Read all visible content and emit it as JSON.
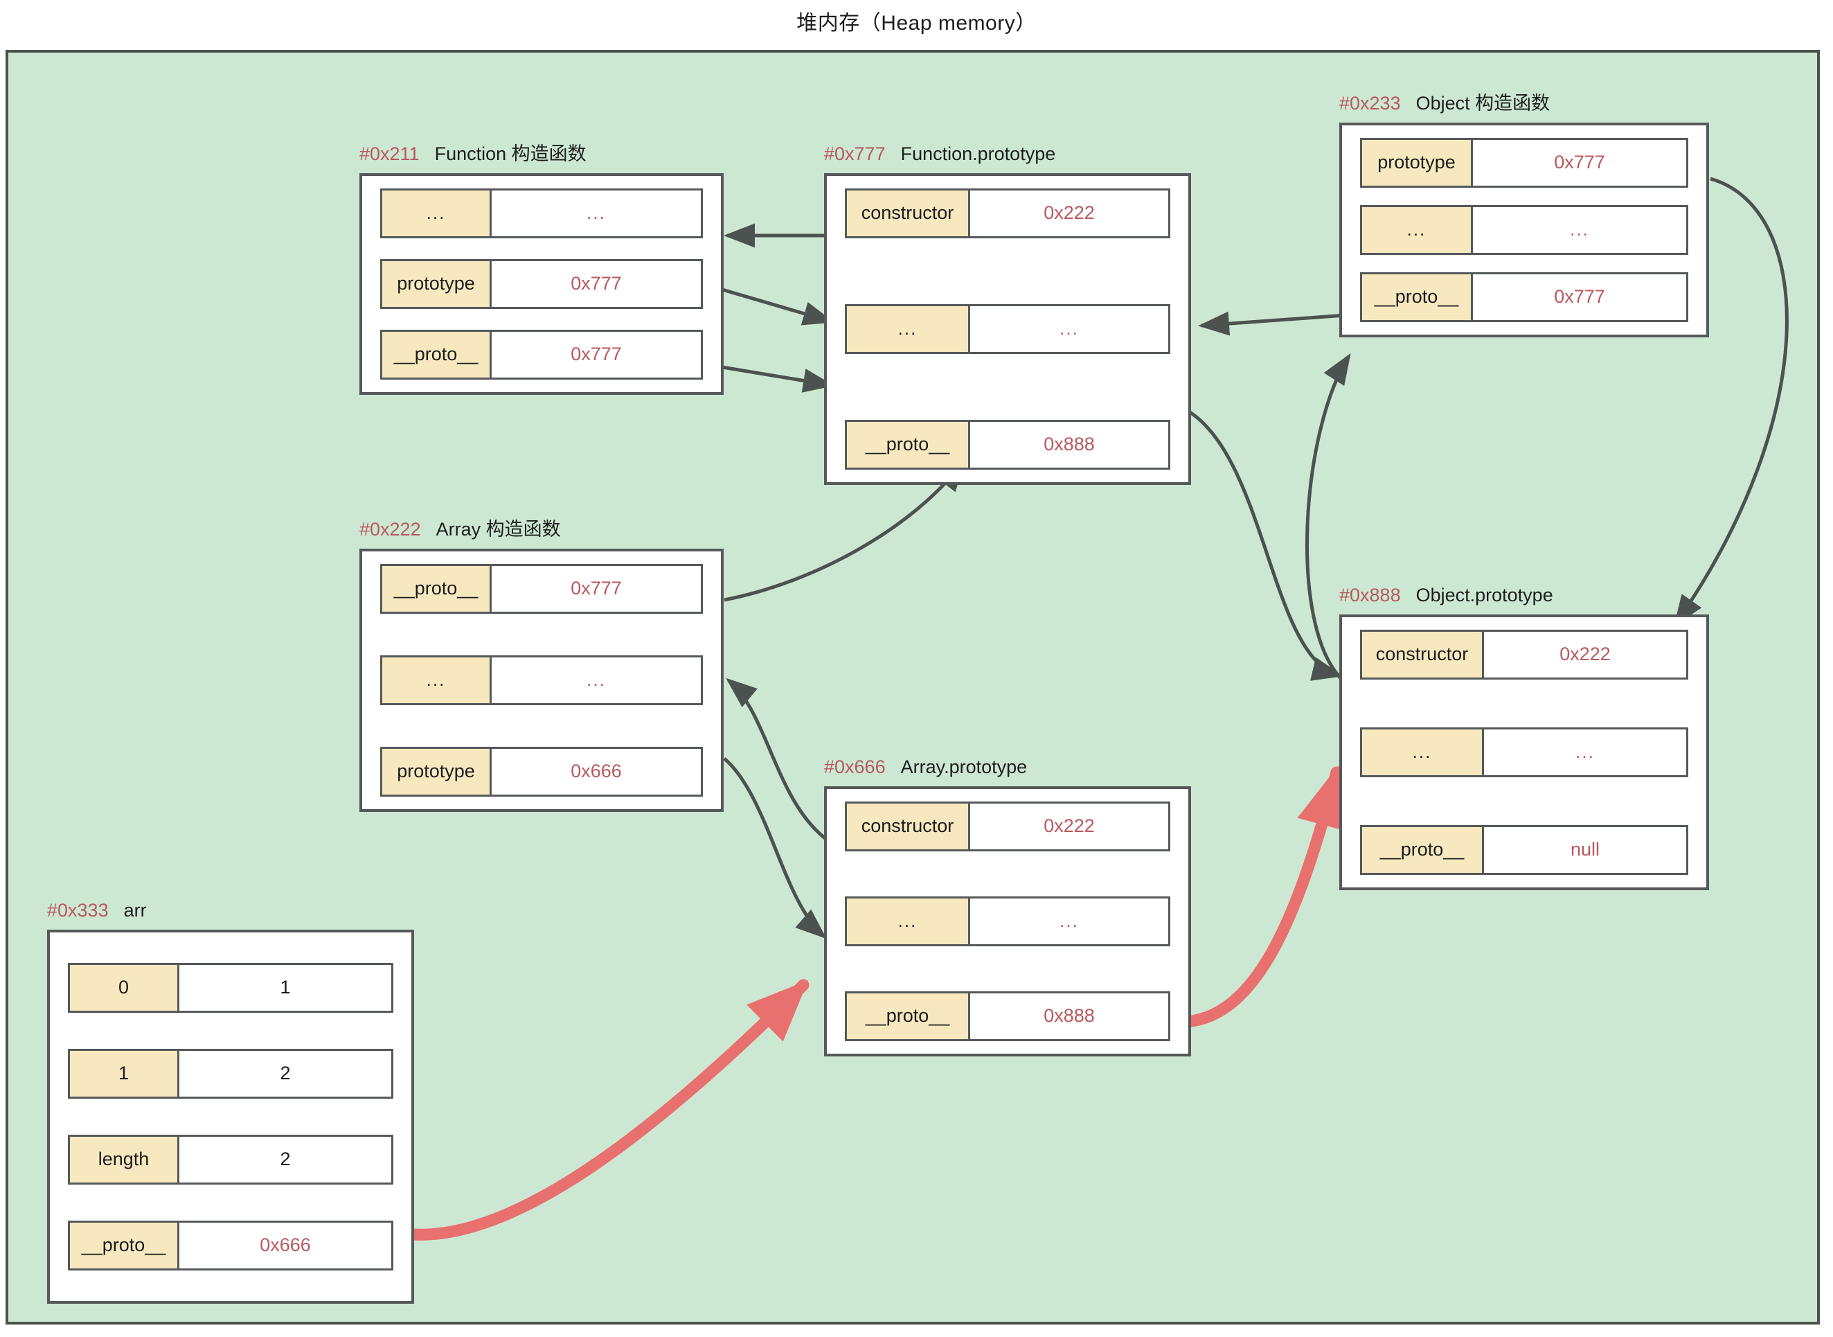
{
  "title": "堆内存（Heap memory）",
  "theme": {
    "heap_background": "#cde8d2",
    "box_border": "#55595a",
    "key_cell_background": "#f7e8c0",
    "address_text": "#b9585e",
    "highlight_arrow": "#e8706f",
    "normal_arrow": "#4b524f"
  },
  "blocks": {
    "function_ctor": {
      "address": "#0x211",
      "name": "Function 构造函数",
      "rows": [
        {
          "key": "...",
          "value": "..."
        },
        {
          "key": "prototype",
          "value": "0x777"
        },
        {
          "key": "__proto__",
          "value": "0x777"
        }
      ]
    },
    "function_proto": {
      "address": "#0x777",
      "name": "Function.prototype",
      "rows": [
        {
          "key": "constructor",
          "value": "0x222"
        },
        {
          "key": "...",
          "value": "..."
        },
        {
          "key": "__proto__",
          "value": "0x888"
        }
      ]
    },
    "object_ctor": {
      "address": "#0x233",
      "name": "Object 构造函数",
      "rows": [
        {
          "key": "prototype",
          "value": "0x777"
        },
        {
          "key": "...",
          "value": "..."
        },
        {
          "key": "__proto__",
          "value": "0x777"
        }
      ]
    },
    "array_ctor": {
      "address": "#0x222",
      "name": "Array 构造函数",
      "rows": [
        {
          "key": "__proto__",
          "value": "0x777"
        },
        {
          "key": "...",
          "value": "..."
        },
        {
          "key": "prototype",
          "value": "0x666"
        }
      ]
    },
    "array_proto": {
      "address": "#0x666",
      "name": "Array.prototype",
      "rows": [
        {
          "key": "constructor",
          "value": "0x222"
        },
        {
          "key": "...",
          "value": "..."
        },
        {
          "key": "__proto__",
          "value": "0x888"
        }
      ]
    },
    "object_proto": {
      "address": "#0x888",
      "name": "Object.prototype",
      "rows": [
        {
          "key": "constructor",
          "value": "0x222"
        },
        {
          "key": "...",
          "value": "..."
        },
        {
          "key": "__proto__",
          "value": "null"
        }
      ]
    },
    "arr": {
      "address": "#0x333",
      "name": "arr",
      "rows": [
        {
          "key": "0",
          "value": "1"
        },
        {
          "key": "1",
          "value": "2"
        },
        {
          "key": "length",
          "value": "2"
        },
        {
          "key": "__proto__",
          "value": "0x666"
        }
      ]
    }
  },
  "arrows": [
    {
      "from": "function_proto.constructor",
      "to": "function_ctor.dots",
      "style": "normal"
    },
    {
      "from": "function_ctor.prototype",
      "to": "function_proto.dots",
      "style": "normal"
    },
    {
      "from": "function_ctor.__proto__",
      "to": "function_proto.__proto__",
      "style": "normal"
    },
    {
      "from": "object_ctor.__proto__",
      "to": "function_proto.dots",
      "style": "normal"
    },
    {
      "from": "object_ctor.prototype",
      "to": "object_proto.top",
      "style": "normal"
    },
    {
      "from": "function_proto.__proto__",
      "to": "object_proto.constructor",
      "style": "normal"
    },
    {
      "from": "object_proto.constructor",
      "to": "object_ctor.bottom",
      "style": "normal"
    },
    {
      "from": "array_ctor.__proto__",
      "to": "function_proto.bottom",
      "style": "normal"
    },
    {
      "from": "array_proto.constructor",
      "to": "array_ctor.dots",
      "style": "normal"
    },
    {
      "from": "array_ctor.prototype",
      "to": "array_proto.dots",
      "style": "normal"
    },
    {
      "from": "arr.__proto__",
      "to": "array_proto.dots",
      "style": "highlight"
    },
    {
      "from": "array_proto.__proto__",
      "to": "object_proto.dots",
      "style": "highlight"
    }
  ]
}
